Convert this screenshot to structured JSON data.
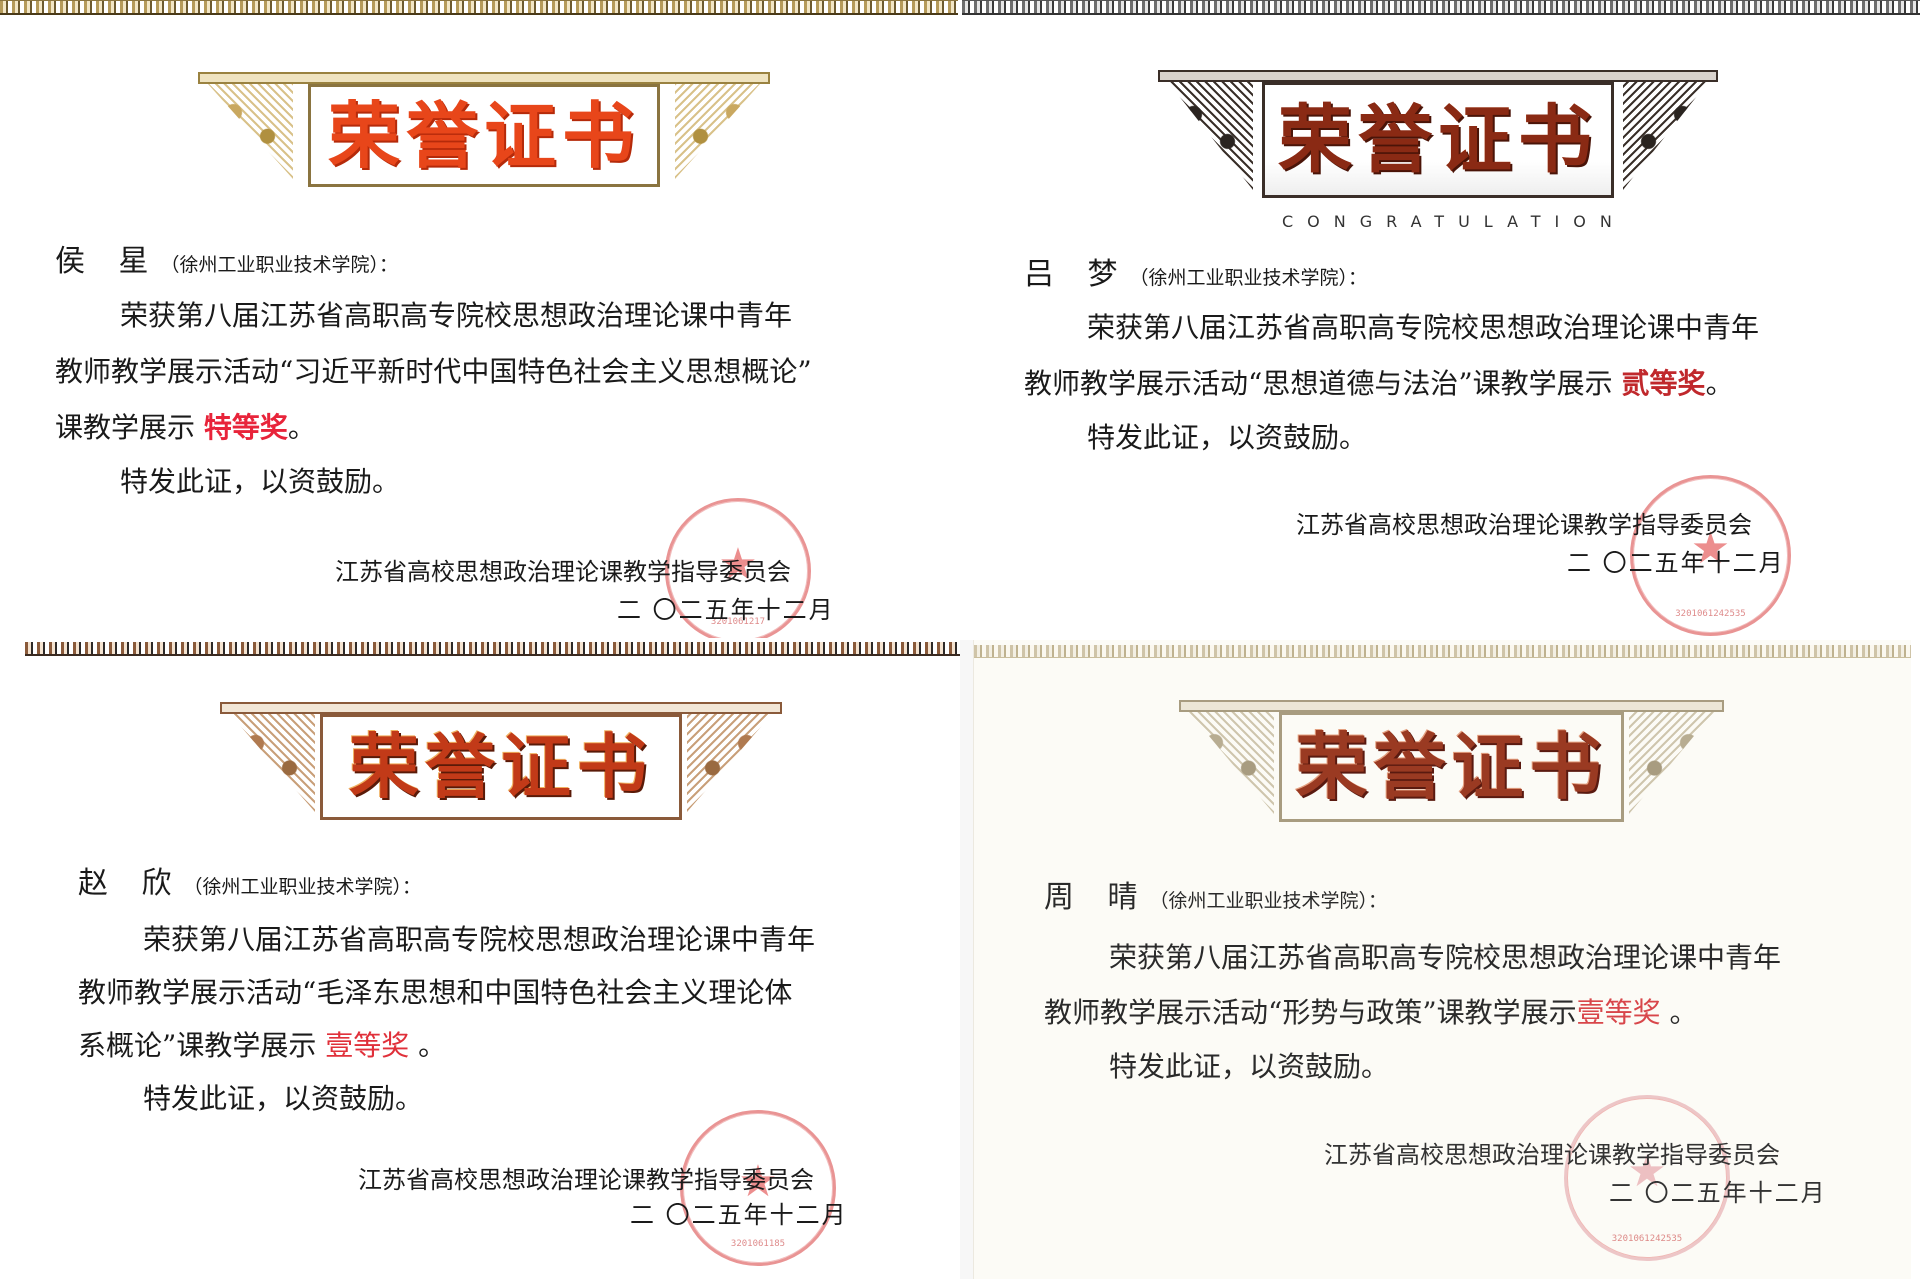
{
  "colors": {
    "text": "#1a1a1a",
    "award_red": "#d8262b",
    "title_tl": "#e8461a",
    "title_tr": "#8a2a14",
    "title_bl": "#b8381a",
    "title_br": "#8e3a22",
    "stamp_red": "#d73c3c"
  },
  "shared": {
    "title": "荣誉证书",
    "school": "（徐州工业职业技术学院）：",
    "intro_line": "荣获第八届江苏省高职高专院校思想政治理论课中青年",
    "closing": "特发此证，以资鼓励。",
    "issuer": "江苏省高校思想政治理论课教学指导委员会",
    "date": "二 〇二五年十二月"
  },
  "certificates": [
    {
      "position": "top-left",
      "recipient": "侯 星",
      "school": "（徐州工业职业技术学院）：",
      "line1": "荣获第八届江苏省高职高专院校思想政治理论课中青年",
      "line2": "教师教学展示活动“习近平新时代中国特色社会主义思想概论”",
      "line3_prefix": "课教学展示 ",
      "award": "特等奖",
      "line3_suffix": "。",
      "closing": "特发此证，以资鼓励。",
      "issuer": "江苏省高校思想政治理论课教学指导委员会",
      "date": "二 〇二五年十二月",
      "stamp_serial": "3201061217"
    },
    {
      "position": "top-right",
      "recipient": "吕 梦",
      "subtitle": "CONGRATULATION",
      "school": "（徐州工业职业技术学院）：",
      "line1": "荣获第八届江苏省高职高专院校思想政治理论课中青年",
      "line2_prefix": "教师教学展示活动“思想道德与法治”课教学展示 ",
      "award": "贰等奖",
      "line2_suffix": "。",
      "closing": "特发此证，以资鼓励。",
      "issuer": "江苏省高校思想政治理论课教学指导委员会",
      "date": "二 〇二五年十二月",
      "stamp_serial": "3201061242535"
    },
    {
      "position": "bottom-left",
      "recipient": "赵 欣",
      "school": "（徐州工业职业技术学院）：",
      "line1": "荣获第八届江苏省高职高专院校思想政治理论课中青年",
      "line2": "教师教学展示活动“毛泽东思想和中国特色社会主义理论体",
      "line3_prefix": "系概论”课教学展示 ",
      "award": "壹等奖",
      "line3_suffix": " 。",
      "closing": "特发此证，以资鼓励。",
      "issuer": "江苏省高校思想政治理论课教学指导委员会",
      "date": "二 〇二五年十二月",
      "stamp_serial": "3201061185"
    },
    {
      "position": "bottom-right",
      "recipient": "周 晴",
      "school": "（徐州工业职业技术学院）：",
      "line1": "荣获第八届江苏省高职高专院校思想政治理论课中青年",
      "line2_prefix": "教师教学展示活动“形势与政策”课教学展示",
      "award": "壹等奖",
      "line2_suffix": " 。",
      "closing": "特发此证，以资鼓励。",
      "issuer": "江苏省高校思想政治理论课教学指导委员会",
      "date": "二 〇二五年十二月",
      "stamp_serial": "3201061242535"
    }
  ]
}
